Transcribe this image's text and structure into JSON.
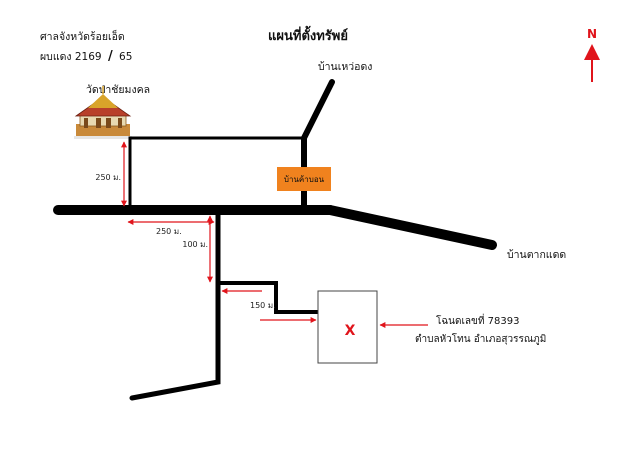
{
  "header": {
    "court": "ศาลจังหวัดร้อยเอ็ด",
    "case_no": "ผบแดง 2169",
    "case_sep": "/",
    "case_year": "65",
    "title": "แผนที่ตั้งทรัพย์"
  },
  "compass": {
    "label": "N",
    "color": "#e0141b"
  },
  "landmarks": {
    "temple": "วัดป่าชัยมงคล",
    "village_hua_dong": "บ้านเหว่อดง",
    "village_tak_daet": "บ้านตากแดด",
    "village_sign": "บ้านค้าบอน"
  },
  "distances": {
    "temple_side": "250 ม.",
    "main_road": "250 ม.",
    "down_road": "100 ม.",
    "branch": "150 ม."
  },
  "property": {
    "mark": "X",
    "deed_line1": "โฉนดเลขที่  78393",
    "deed_line2": "ตำบลหัวโทน อำเภอสุวรรณภูมิ"
  },
  "colors": {
    "road": "#000000",
    "measure": "#e0141b",
    "sign_bg": "#f0821e",
    "property_mark": "#e0141b"
  }
}
